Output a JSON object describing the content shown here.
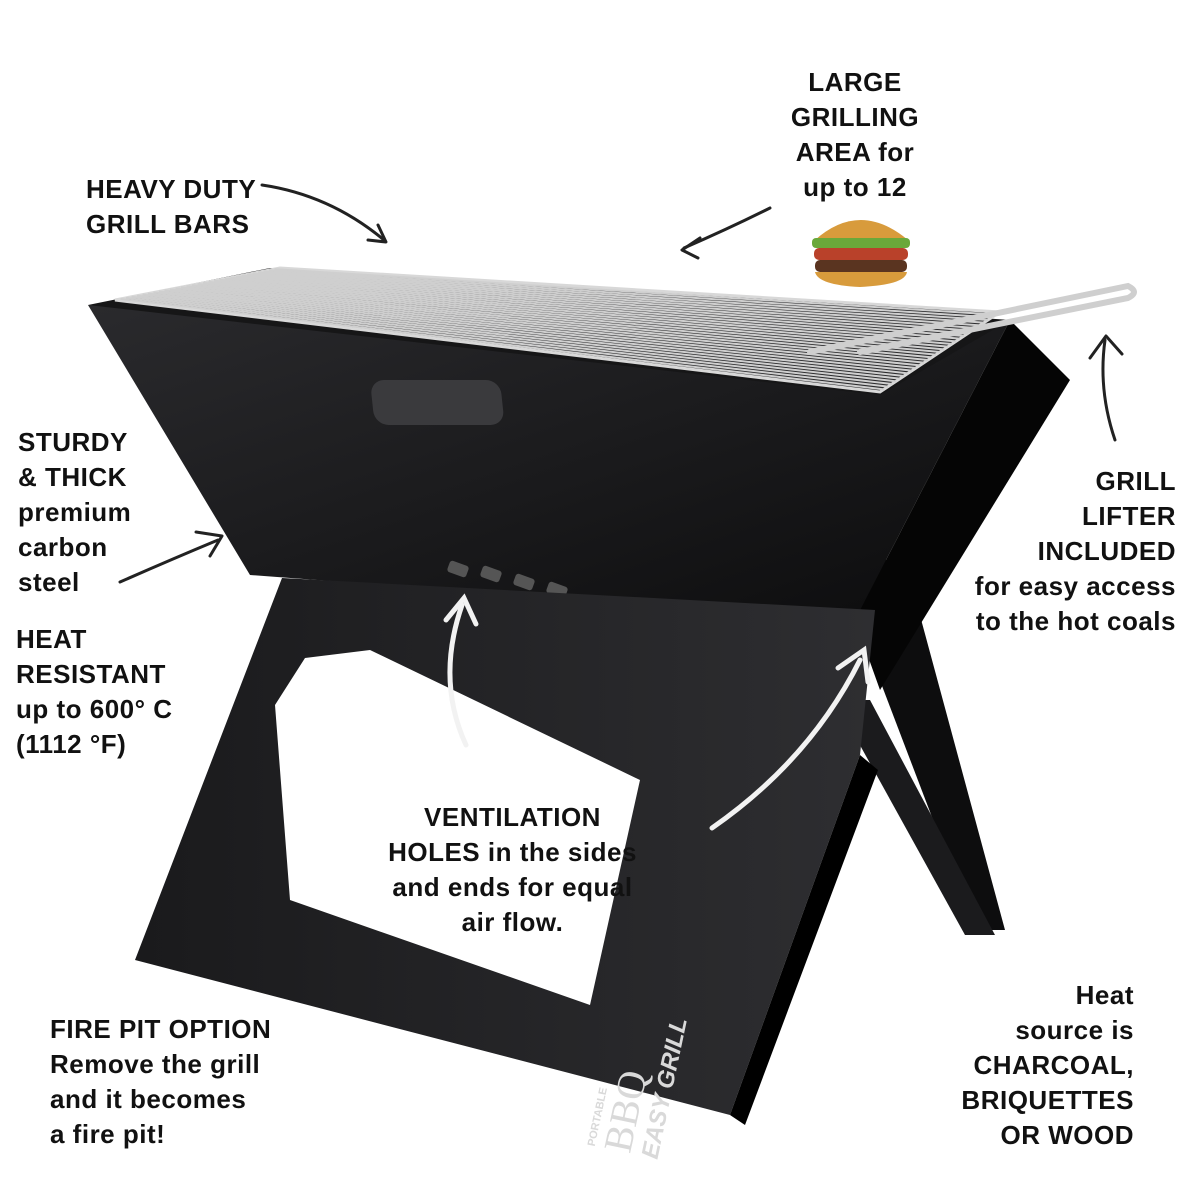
{
  "callouts": {
    "grill_bars": [
      "HEAVY DUTY",
      "GRILL BARS"
    ],
    "grilling_area": [
      "LARGE",
      "GRILLING",
      "AREA for",
      "up to 12"
    ],
    "steel": [
      "STURDY",
      "& THICK",
      "premium",
      "carbon",
      "steel"
    ],
    "heat": [
      "HEAT",
      "RESISTANT",
      "up to 600° C",
      "(1112 °F)"
    ],
    "lifter": [
      "GRILL",
      "LIFTER",
      "INCLUDED",
      "for easy access",
      "to the hot coals"
    ],
    "ventilation": [
      "VENTILATION",
      "HOLES in the sides",
      "and ends for equal",
      "air flow."
    ],
    "fire_pit": [
      "FIRE PIT OPTION",
      "Remove the grill",
      "and it becomes",
      "a fire pit!"
    ],
    "heat_source": [
      "Heat",
      "source is",
      "CHARCOAL,",
      "BRIQUETTES",
      "OR WOOD"
    ]
  },
  "logo": {
    "tagline": "PORTABLE",
    "brand": "BBQ",
    "product": "EASY GRILL"
  },
  "colors": {
    "grill_body": "#1c1c1e",
    "grill_face": "#0f0f10",
    "grate": "#cfcfcf",
    "text": "#111111",
    "background": "#ffffff"
  },
  "icons": [
    "burger-icon",
    "hand-drawn-arrow"
  ]
}
